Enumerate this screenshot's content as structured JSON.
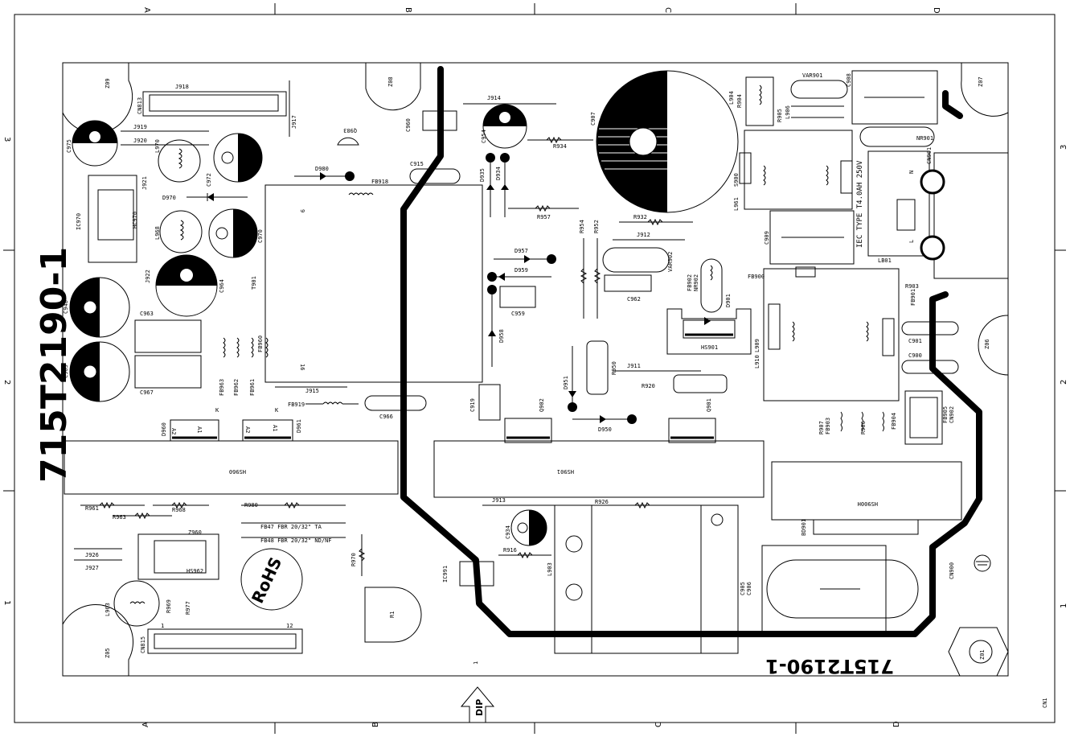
{
  "board": {
    "part_number": "715T2190-1",
    "part_number_mirror": "715T2190-1",
    "dip_label": "DIP",
    "rohs": "RoHS",
    "cn1": "CN1",
    "pin_one": "1"
  },
  "border": {
    "col_top": [
      "A",
      "B",
      "C",
      "D"
    ],
    "col_bottom": [
      "A",
      "B",
      "C",
      "D"
    ],
    "row_left": [
      "3",
      "2",
      "1"
    ],
    "row_right": [
      "3",
      "2",
      "1"
    ]
  },
  "labels": {
    "j918": "J918",
    "cn813": "CN813",
    "j917": "J917",
    "z09": "Z09",
    "z08": "Z08",
    "j919": "J919",
    "j920": "J920",
    "c975": "C975",
    "l970": "L970",
    "c972": "C972",
    "d970": "D970",
    "c970": "C970",
    "l968": "L968",
    "j921": "J921",
    "ic970": "IC970",
    "hc970": "HC970",
    "j922": "J922",
    "c964": "C964",
    "t901": "T901",
    "c948": "C948",
    "c963": "C963",
    "c965": "C965",
    "c967": "C967",
    "fb963": "FB963",
    "fb962": "FB962",
    "fb961": "FB961",
    "fb960": "FB960",
    "j915": "J915",
    "fb919": "FB919",
    "c966": "C966",
    "pin9": "9",
    "pin16": "16",
    "c915": "C915",
    "d980": "D980",
    "fb918": "FB918",
    "c960": "C960",
    "q983": "Q983",
    "j914": "J914",
    "c954": "C954",
    "d935": "D935",
    "d934": "D934",
    "r934": "R934",
    "c907": "C907",
    "r957": "R957",
    "r954": "R954",
    "r952": "R952",
    "r932": "R932",
    "j912": "J912",
    "d957": "D957",
    "d959": "D959",
    "c959": "C959",
    "d958": "D958",
    "c962": "C962",
    "var902": "VAR902",
    "nr902": "NR902",
    "fb902": "FB902",
    "d901": "D901",
    "hs901": "HS901",
    "r950": "R950",
    "d951": "D951",
    "j911": "J911",
    "r920": "R920",
    "c919": "C919",
    "q902": "Q902",
    "q901": "Q901",
    "d950": "D950",
    "d960": "D960",
    "d961": "D961",
    "a2": "A2",
    "a1": "A1",
    "k": "K",
    "hs960": "HS960",
    "hs901b": "HS901",
    "hs900h": "HS900H",
    "r961": "R961",
    "r963": "R963",
    "r968": "R968",
    "r980": "R980",
    "fb47": "FB47  FBR 20/32\"   TA",
    "fb48": "FB48  FBR 20/32\"   ND/NF",
    "j926": "J926",
    "j927": "J927",
    "z960": "Z960",
    "hs962": "HS962",
    "l963": "L963",
    "r969": "R969",
    "r977": "R977",
    "cn815": "CN815",
    "z05": "Z05",
    "r970": "R970",
    "r1": "R1",
    "ic991": "IC991",
    "j913": "J913",
    "c934": "C934",
    "r916": "R916",
    "l903": "L903",
    "r926": "R926",
    "l904": "L904",
    "r904": "R904",
    "var901": "VAR901",
    "r905": "R905",
    "l906": "L906",
    "c908": "C908",
    "z07": "Z07",
    "nr901": "NR901",
    "cn901": "CN901",
    "s900": "S900",
    "l961": "L961",
    "fuse": "IEC TYPE T4.0AH 250V",
    "lb01": "LB01",
    "c909": "C909",
    "n": "N",
    "l": "L",
    "fb900": "FB900",
    "r903": "R903",
    "fb901": "FB901",
    "l909": "L909",
    "l910": "L910",
    "c901": "C901",
    "c900": "C900",
    "z06": "Z06",
    "r907": "R907",
    "fb903": "FB903",
    "r906": "R906",
    "fb904": "FB904",
    "fb905": "FB905",
    "cn902": "CN902",
    "bd901": "BD901",
    "cn900": "CN900",
    "c905": "C905",
    "c906": "C906",
    "z01": "Z01",
    "pin12": "12"
  }
}
